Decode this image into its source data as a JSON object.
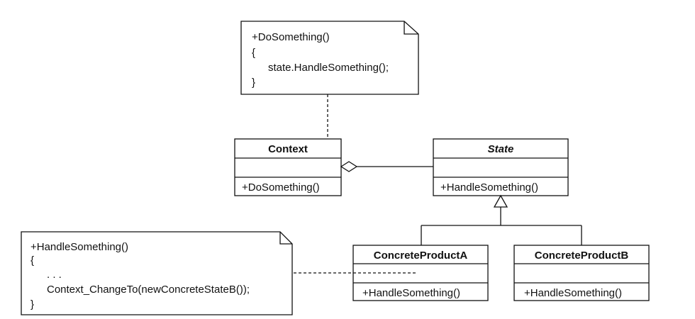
{
  "classes": {
    "context": {
      "name": "Context",
      "method": "+DoSomething()"
    },
    "state": {
      "name": "State",
      "method": "+HandleSomething()"
    },
    "concrete_a": {
      "name": "ConcreteProductA",
      "method": "+HandleSomething()"
    },
    "concrete_b": {
      "name": "ConcreteProductB",
      "method": "+HandleSomething()"
    }
  },
  "notes": {
    "context_note": {
      "lines": [
        "+DoSomething()",
        "{",
        "state.HandleSomething();",
        "}"
      ]
    },
    "concrete_note": {
      "lines": [
        "+HandleSomething()",
        "{",
        ". . .",
        "Context_ChangeTo(newConcreteStateB());",
        "}"
      ]
    }
  }
}
